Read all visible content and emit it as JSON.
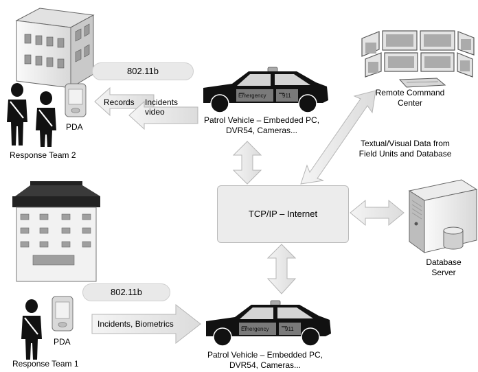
{
  "hub": {
    "label": "TCP/IP – Internet"
  },
  "team2": {
    "label": "Response Team 2",
    "pda_label": "PDA",
    "link": "802.11b",
    "records_label": "Records",
    "incidents_label": "Incidents video"
  },
  "team1": {
    "label": "Response Team 1",
    "pda_label": "PDA",
    "link": "802.11b",
    "arrow_label": "Incidents, Biometrics"
  },
  "vehicle_top": {
    "label_line1": "Patrol Vehicle – Embedded PC,",
    "label_line2": "DVR54, Cameras...",
    "door_text1": "Emergency",
    "door_text2": "911"
  },
  "vehicle_bottom": {
    "label_line1": "Patrol Vehicle – Embedded PC,",
    "label_line2": "DVR54, Cameras...",
    "door_text1": "Emergency",
    "door_text2": "911"
  },
  "command": {
    "label_line1": "Remote Command",
    "label_line2": "Center",
    "data_line1": "Textual/Visual Data from",
    "data_line2": "Field Units and Database"
  },
  "server": {
    "label_line1": "Database",
    "label_line2": "Server"
  }
}
